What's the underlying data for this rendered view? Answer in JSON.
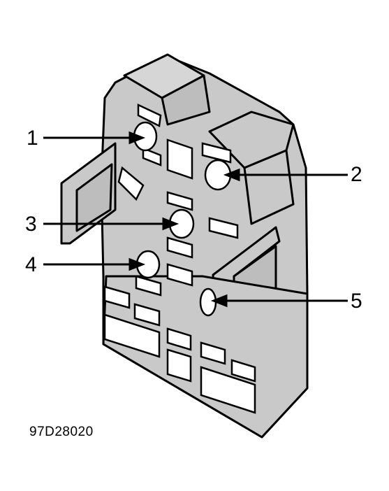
{
  "figure": {
    "figure_id": "97D28020",
    "colors": {
      "body_fill": "#c9c9c9",
      "hole_fill": "#ffffff",
      "outline": "#000000",
      "background": "#ffffff"
    }
  },
  "callouts": [
    {
      "label": "1",
      "side": "left"
    },
    {
      "label": "2",
      "side": "right"
    },
    {
      "label": "3",
      "side": "left"
    },
    {
      "label": "4",
      "side": "left"
    },
    {
      "label": "5",
      "side": "right"
    }
  ]
}
